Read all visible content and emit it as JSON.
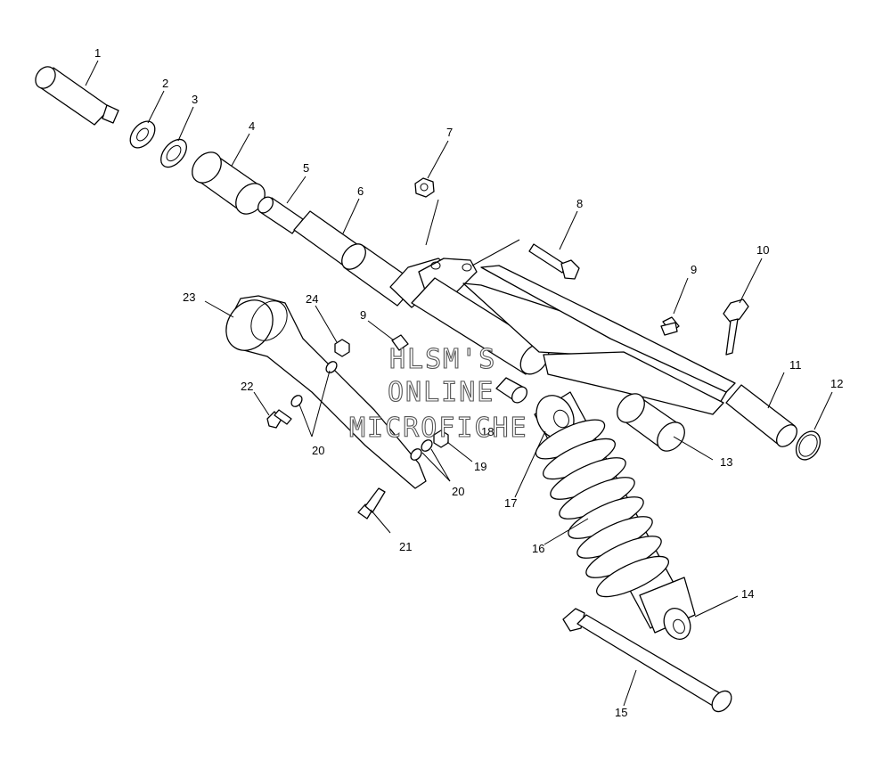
{
  "callouts": [
    {
      "id": "1",
      "text": "1"
    },
    {
      "id": "2",
      "text": "2"
    },
    {
      "id": "3",
      "text": "3"
    },
    {
      "id": "4",
      "text": "4"
    },
    {
      "id": "5",
      "text": "5"
    },
    {
      "id": "6",
      "text": "6"
    },
    {
      "id": "7",
      "text": "7"
    },
    {
      "id": "8",
      "text": "8"
    },
    {
      "id": "9a",
      "text": "9"
    },
    {
      "id": "9b",
      "text": "9"
    },
    {
      "id": "10",
      "text": "10"
    },
    {
      "id": "11",
      "text": "11"
    },
    {
      "id": "12",
      "text": "12"
    },
    {
      "id": "13",
      "text": "13"
    },
    {
      "id": "14",
      "text": "14"
    },
    {
      "id": "15",
      "text": "15"
    },
    {
      "id": "16",
      "text": "16"
    },
    {
      "id": "17",
      "text": "17"
    },
    {
      "id": "18",
      "text": "18"
    },
    {
      "id": "19",
      "text": "19"
    },
    {
      "id": "20a",
      "text": "20"
    },
    {
      "id": "20b",
      "text": "20"
    },
    {
      "id": "21",
      "text": "21"
    },
    {
      "id": "22",
      "text": "22"
    },
    {
      "id": "23",
      "text": "23"
    },
    {
      "id": "24",
      "text": "24"
    }
  ],
  "watermark": {
    "line1": "HLSM'S",
    "line2": "ONLINE",
    "line3": "MICROFICHE"
  }
}
